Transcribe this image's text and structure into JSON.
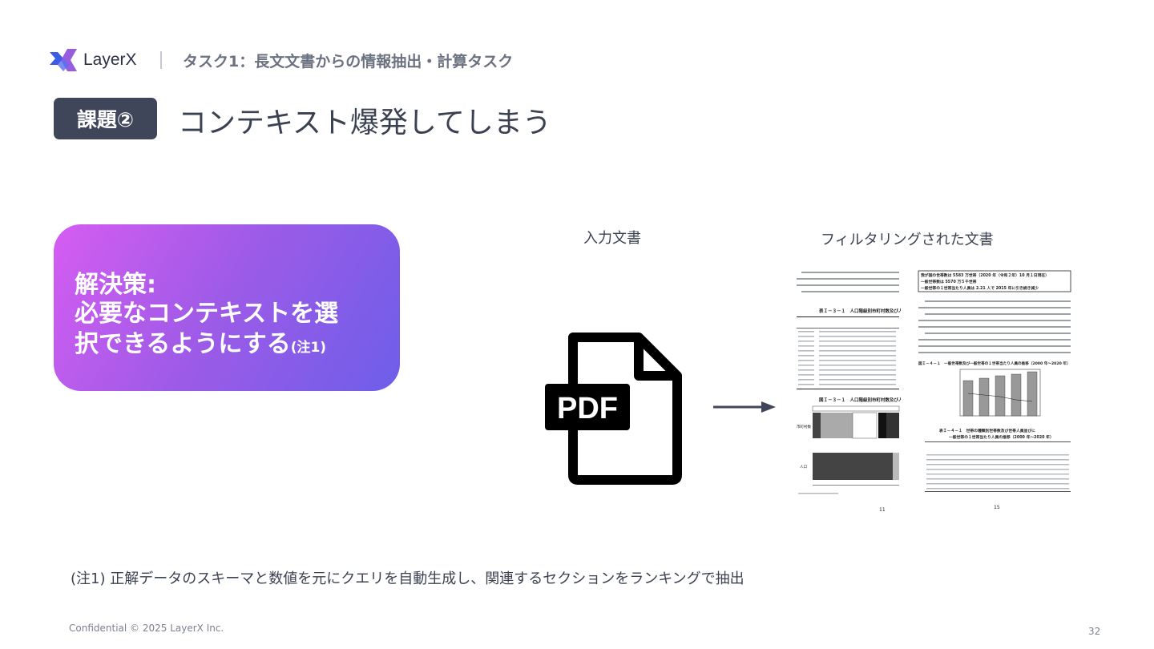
{
  "header": {
    "logo_text": "LayerX",
    "title": "タスク1：長文文書からの情報抽出・計算タスク"
  },
  "slide": {
    "badge": "課題②",
    "title": "コンテキスト爆発してしまう"
  },
  "solution": {
    "line1": "解決策:",
    "line2": "必要なコンテキストを選",
    "line3": "択できるようにする",
    "note_ref": "(注1)"
  },
  "diagram": {
    "input_label": "入力文書",
    "pdf_text": "PDF",
    "filtered_label": "フィルタリングされた文書",
    "page_left_number": "11",
    "page_right_number": "15",
    "left_table_title": "表Ｉ－３－１　人口階級別市町村数及び人",
    "left_chart_title": "図Ｉ－３－１　人口階級別市町村数及び人",
    "left_row_label_1": "市町村数",
    "left_row_label_2": "人口",
    "right_box_line1": "我が国の世帯数は 5583 万世帯（2020 年（令和２年）10 月１日現在）",
    "right_box_line2": "一般世帯数は 5570 万５千世帯",
    "right_box_line3": "一般世帯の１世帯当たり人員は 2.21 人で 2015 年に引き続き減少",
    "right_chart_title": "図Ｉ－４－１　一般世帯数及び一般世帯の１世帯当たり人員の推移（2000 年～2020 年）",
    "right_table_title": "表Ｉ－４－１　世帯の種類別世帯数及び世帯人員並びに",
    "right_table_subtitle": "一般世帯の１世帯当たり人員の推移（2000 年～2020 年）"
  },
  "footnote": "(注1) 正解データのスキーマと数値を元にクエリを自動生成し、関連するセクションをランキングで抽出",
  "footer": {
    "confidential": "Confidential © 2025 LayerX Inc.",
    "page_number": "32"
  },
  "colors": {
    "badge_bg": "#3f4659",
    "gradient_start": "#d65cf2",
    "gradient_end": "#6d5ee9",
    "text_main": "#3a4252",
    "text_muted": "#6b7280",
    "logo_blue": "#3c5ce6",
    "logo_purple": "#8b4ddb"
  }
}
